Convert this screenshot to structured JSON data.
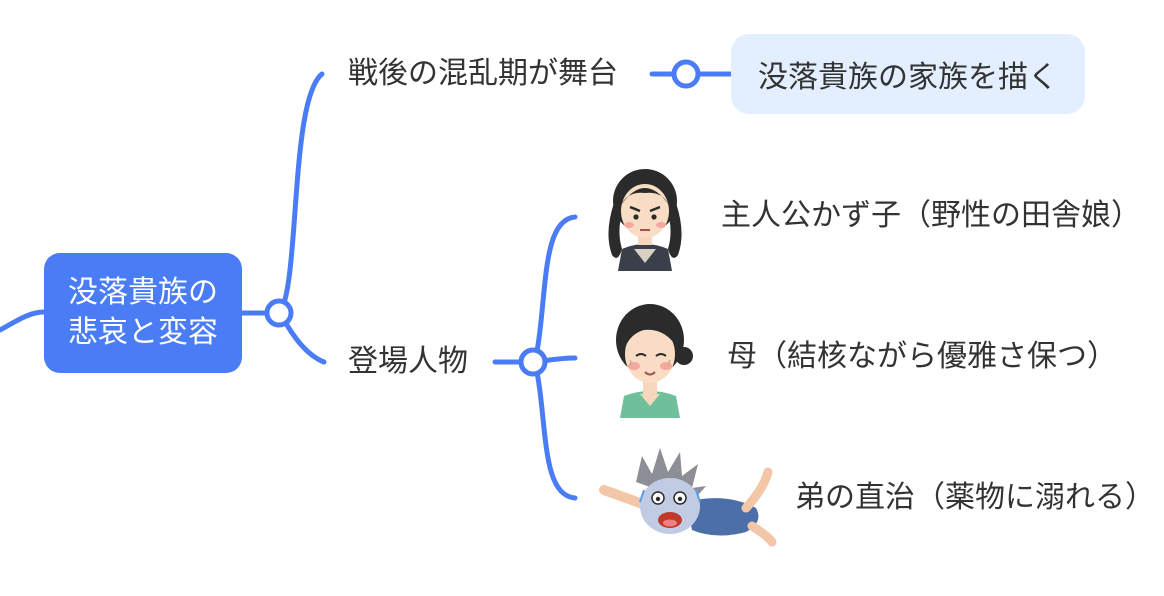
{
  "root": {
    "line1": "没落貴族の",
    "line2": "悲哀と変容"
  },
  "branches": {
    "setting": {
      "label": "戦後の混乱期が舞台",
      "detail": "没落貴族の家族を描く"
    },
    "characters": {
      "label": "登場人物",
      "items": [
        {
          "label": "主人公かず子（野性の田舎娘）",
          "icon": "girl-with-braids-icon"
        },
        {
          "label": "母（結核ながら優雅さ保つ）",
          "icon": "elderly-mother-icon"
        },
        {
          "label": "弟の直治（薬物に溺れる）",
          "icon": "drowning-boy-icon"
        }
      ]
    }
  },
  "colors": {
    "accent": "#4a7cf6",
    "pill_bg": "#e3efff",
    "text": "#333333"
  }
}
